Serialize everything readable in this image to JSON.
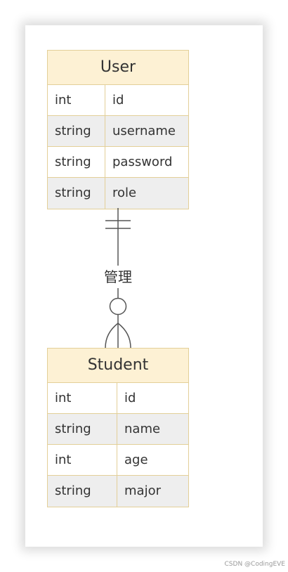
{
  "entities": {
    "user": {
      "name": "User",
      "attributes": [
        {
          "type": "int",
          "name": "id"
        },
        {
          "type": "string",
          "name": "username"
        },
        {
          "type": "string",
          "name": "password"
        },
        {
          "type": "string",
          "name": "role"
        }
      ]
    },
    "student": {
      "name": "Student",
      "attributes": [
        {
          "type": "int",
          "name": "id"
        },
        {
          "type": "string",
          "name": "name"
        },
        {
          "type": "int",
          "name": "age"
        },
        {
          "type": "string",
          "name": "major"
        }
      ]
    }
  },
  "relationship": {
    "label": "管理",
    "from_cardinality": "exactly-one",
    "to_cardinality": "zero-or-many"
  },
  "watermark": "CSDN @CodingEVE",
  "colors": {
    "entity_header_bg": "#fdf1d4",
    "entity_border": "#e3cf98",
    "alt_row_bg": "#eeeeee",
    "line": "#555555"
  }
}
